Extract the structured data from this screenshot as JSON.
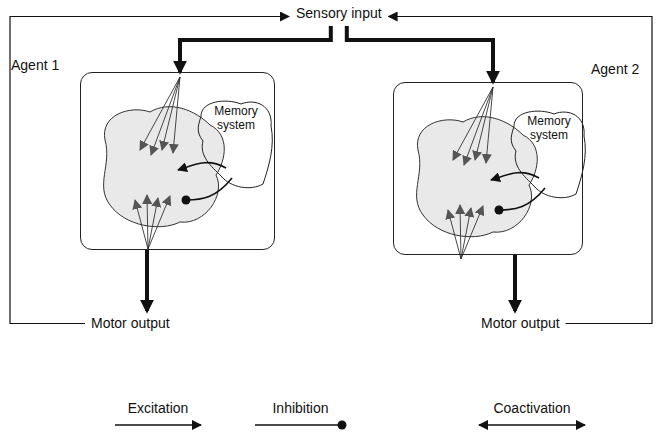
{
  "diagram": {
    "nodes": [
      {
        "text": [
          "Sensory input"
        ]
      },
      {
        "text": [
          "Agent 1"
        ]
      },
      {
        "text": [
          "Memory system"
        ],
        "in": 1
      },
      {
        "text": [
          "Motor output"
        ]
      },
      {
        "text": [
          "Agent 2"
        ]
      },
      {
        "text": [
          "Memory system"
        ],
        "in": 4
      },
      {
        "text": [
          "Motor output"
        ]
      }
    ],
    "edges": [
      {
        "from": 0,
        "to": 1,
        "arrow": "to"
      },
      {
        "from": 1,
        "to": 3,
        "arrow": "to"
      },
      {
        "from": 3,
        "to": 0,
        "arrow": "to"
      },
      {
        "from": 0,
        "to": 4,
        "arrow": "to"
      },
      {
        "from": 4,
        "to": 6,
        "arrow": "to"
      },
      {
        "from": 6,
        "to": 0,
        "arrow": "to"
      }
    ],
    "legend": [
      {
        "text": "Excitation"
      },
      {
        "text": "Inhibition"
      },
      {
        "text": "Coactivation"
      }
    ]
  }
}
